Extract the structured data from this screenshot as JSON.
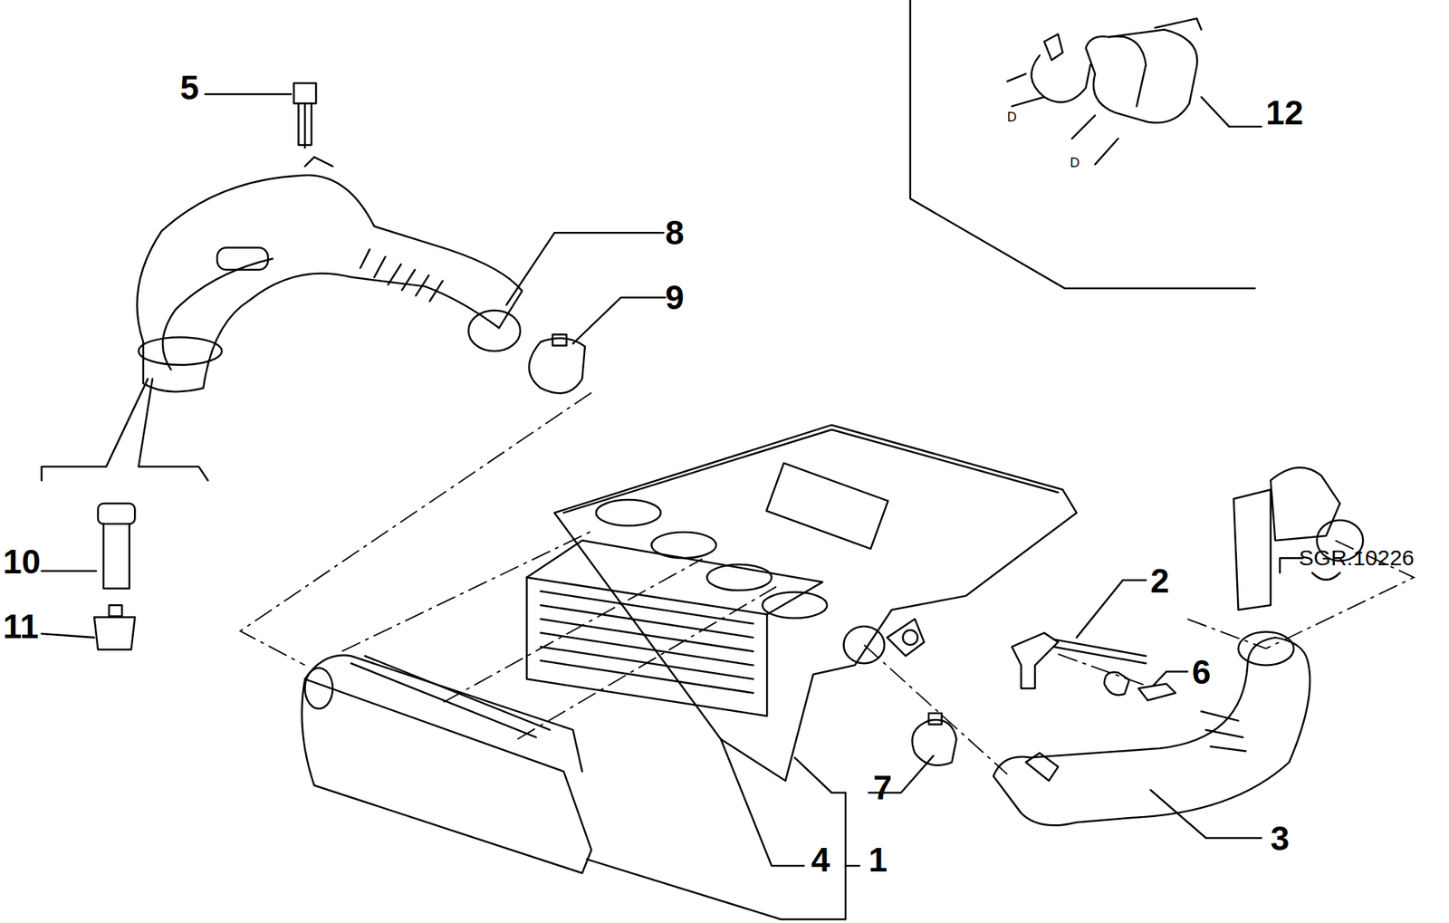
{
  "diagram": {
    "labels": [
      "5",
      "8",
      "9",
      "10",
      "11",
      "12",
      "D",
      "D",
      "2",
      "6",
      "SGR.10226",
      "7",
      "3",
      "4",
      "1"
    ]
  }
}
